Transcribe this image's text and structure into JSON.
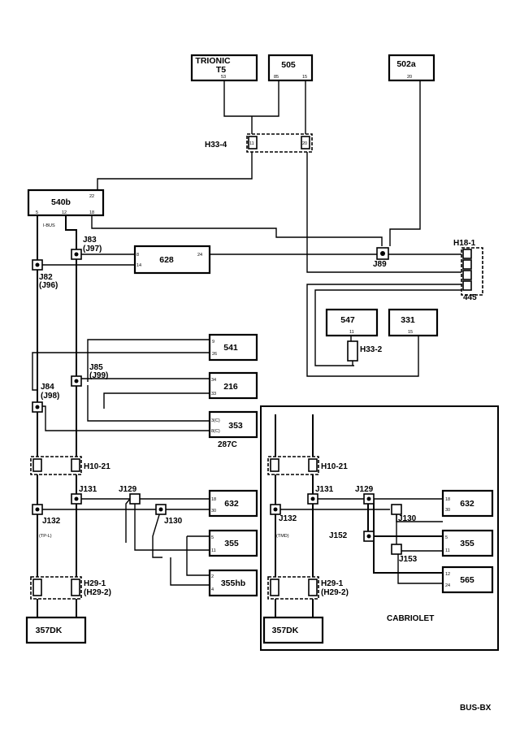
{
  "components": {
    "trionic_line1": "TRIONIC",
    "trionic_line2": "T5",
    "trionic_pin": "53",
    "c505": "505",
    "c505_pin_a": "85",
    "c505_pin_b": "15",
    "c502a": "502a",
    "c502a_pin": "20",
    "c540b": "540b",
    "c540b_pin_22": "22",
    "c540b_pin_5": "5",
    "c540b_pin_12": "12",
    "c540b_pin_18": "18",
    "ibus": "I-BUS",
    "c628": "628",
    "c628_pin_a": "8",
    "c628_pin_b": "14",
    "c628_pin_c": "24",
    "c547": "547",
    "c547_pin": "11",
    "c331": "331",
    "c331_pin": "15",
    "c541": "541",
    "c541_pin_a": "9",
    "c541_pin_b": "26",
    "c216": "216",
    "c216_pin_a": "34",
    "c216_pin_b": "33",
    "c353": "353",
    "c353_pin_a": "3(C)",
    "c353_pin_b": "8(C)",
    "c287c": "287C",
    "c632_left": "632",
    "c632_left_pin_a": "18",
    "c632_left_pin_b": "30",
    "c355_left": "355",
    "c355_left_pin_a": "5",
    "c355_left_pin_b": "11",
    "c355hb": "355hb",
    "c355hb_pin_a": "2",
    "c355hb_pin_b": "4",
    "c357dk_left": "357DK",
    "c632_right": "632",
    "c632_right_pin_a": "18",
    "c632_right_pin_b": "30",
    "c355_right": "355",
    "c355_right_pin_a": "5",
    "c355_right_pin_b": "11",
    "c565": "565",
    "c565_pin_a": "12",
    "c565_pin_b": "24",
    "c357dk_right": "357DK"
  },
  "connectors": {
    "h33_4": "H33-4",
    "h33_4_pin_a": "11",
    "h33_4_pin_b": "20",
    "h33_2": "H33-2",
    "h18_1": "H18-1",
    "h445": "445",
    "h10_21_left": "H10-21",
    "h10_21_right": "H10-21",
    "h29_1_left": "H29-1",
    "h29_2_left": "(H29-2)",
    "h29_1_right": "H29-1",
    "h29_2_right": "(H29-2)"
  },
  "splices": {
    "j83": "J83",
    "j97": "(J97)",
    "j82": "J82",
    "j96": "(J96)",
    "j89": "J89",
    "j85": "J85",
    "j99": "(J99)",
    "j84": "J84",
    "j98": "(J98)",
    "j131_left": "J131",
    "j129_left": "J129",
    "j132_left": "J132",
    "j130_left": "J130",
    "j131_right": "J131",
    "j129_right": "J129",
    "j132_right": "J132",
    "j130_right": "J130",
    "j152": "J152",
    "j153": "J153"
  },
  "labels": {
    "left_small": "(TP-L)",
    "right_small": "(TMD)",
    "cabriolet": "CABRIOLET",
    "footer": "BUS-BX"
  }
}
